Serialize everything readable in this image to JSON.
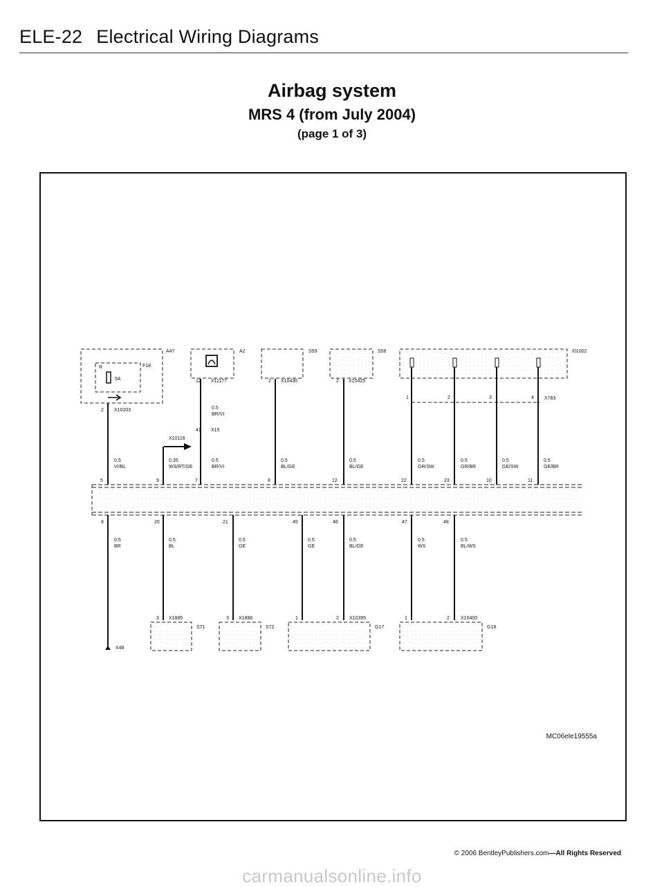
{
  "header": {
    "section": "ELE-22",
    "title": "Electrical Wiring Diagrams"
  },
  "title": {
    "main": "Airbag system",
    "sub": "MRS 4 (from July 2004)",
    "page": "(page 1 of 3)"
  },
  "components": {
    "A47": "A47",
    "F18": "F18",
    "F18_letter": "R",
    "F18_rating": "5A",
    "A2": "A2",
    "S59": "S59",
    "S58": "S58",
    "I01002": "I01002",
    "S71": "S71",
    "S72": "S72",
    "G17": "G17",
    "G18": "G18",
    "X48": "X48"
  },
  "connectors": {
    "X10203": "X10203",
    "X11177": "X11177",
    "X10430": "X10430",
    "X10425": "X10425",
    "X783": "X783",
    "X15": "X15",
    "X10116": "X10116",
    "X1885": "X1885",
    "X1886": "X1886",
    "X10395": "X10395",
    "X10400": "X10400"
  },
  "pins": {
    "x10203": "2",
    "x11177": "12",
    "x10430": "2",
    "x10425": "2",
    "x15": "41",
    "x783": [
      "1",
      "2",
      "3",
      "4"
    ],
    "top": [
      "5",
      "9",
      "7",
      "8",
      "12",
      "22",
      "23",
      "10",
      "11"
    ],
    "bottom": [
      "8",
      "20",
      "21",
      "45",
      "46",
      "47",
      "48"
    ],
    "x1885": "3",
    "x1886": "3",
    "x10395_a": "1",
    "x10395_b": "2",
    "x10400_a": "1",
    "x10400_b": "2"
  },
  "wires_upper": [
    [
      "0.5",
      "VI/BL"
    ],
    [
      "0.35",
      "WS/RT/GE"
    ],
    [
      "0.5",
      "BR/VI"
    ],
    [
      "0.5",
      "BL/GE"
    ],
    [
      "0.5",
      "BL/GE"
    ],
    [
      "0.5",
      "GR/SW"
    ],
    [
      "0.5",
      "GR/BR"
    ],
    [
      "0.5",
      "GE/SW"
    ],
    [
      "0.5",
      "GE/BR"
    ]
  ],
  "wire_x15": [
    "0.5",
    "BR/VI"
  ],
  "wires_lower": [
    [
      "0.5",
      "BR"
    ],
    [
      "0.5",
      "BL"
    ],
    [
      "0.5",
      "GE"
    ],
    [
      "0.5",
      "GE"
    ],
    [
      "0.5",
      "BL/GE"
    ],
    [
      "0.5",
      "WS"
    ],
    [
      "0.5",
      "BL/WS"
    ]
  ],
  "figure_code": "MC06ele19555a",
  "copyright": {
    "prefix": "© 2006 BentleyPublishers.com",
    "suffix": "—All Rights Reserved"
  },
  "watermark": "carmanualsonline.info"
}
